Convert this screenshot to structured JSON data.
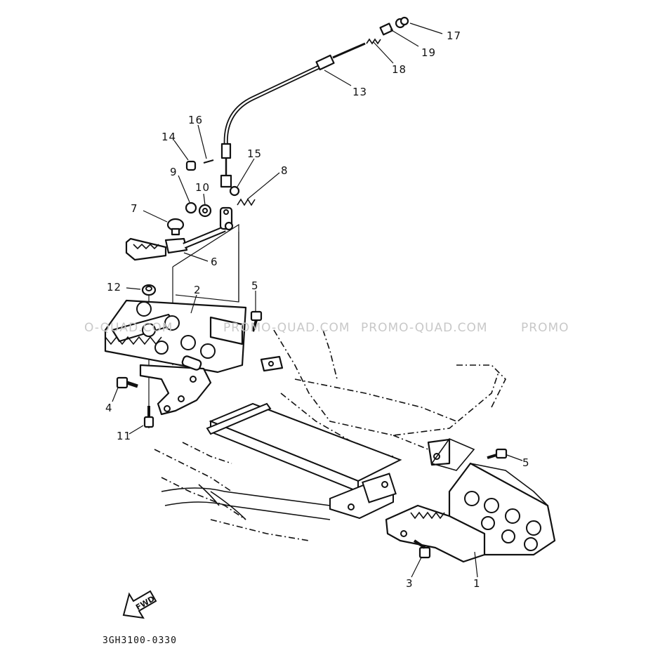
{
  "diagram": {
    "callouts": [
      {
        "id": "17",
        "label": "17"
      },
      {
        "id": "19",
        "label": "19"
      },
      {
        "id": "18",
        "label": "18"
      },
      {
        "id": "13",
        "label": "13"
      },
      {
        "id": "16",
        "label": "16"
      },
      {
        "id": "14",
        "label": "14"
      },
      {
        "id": "15",
        "label": "15"
      },
      {
        "id": "8",
        "label": "8"
      },
      {
        "id": "9",
        "label": "9"
      },
      {
        "id": "10",
        "label": "10"
      },
      {
        "id": "7",
        "label": "7"
      },
      {
        "id": "6",
        "label": "6"
      },
      {
        "id": "12",
        "label": "12"
      },
      {
        "id": "2",
        "label": "2"
      },
      {
        "id": "5a",
        "label": "5"
      },
      {
        "id": "4",
        "label": "4"
      },
      {
        "id": "11",
        "label": "11"
      },
      {
        "id": "5b",
        "label": "5"
      },
      {
        "id": "3",
        "label": "3"
      },
      {
        "id": "1",
        "label": "1"
      }
    ],
    "watermarks": [
      "O-QUAD.COM",
      "PROMO-QUAD.COM",
      "PROMO-QUAD.COM",
      "PROMO"
    ],
    "fwd_label": "FWD",
    "drawing_code": "3GH3100-0330",
    "colors": {
      "line": "#111111",
      "watermark": "#c8c8c8",
      "background": "#ffffff"
    }
  }
}
